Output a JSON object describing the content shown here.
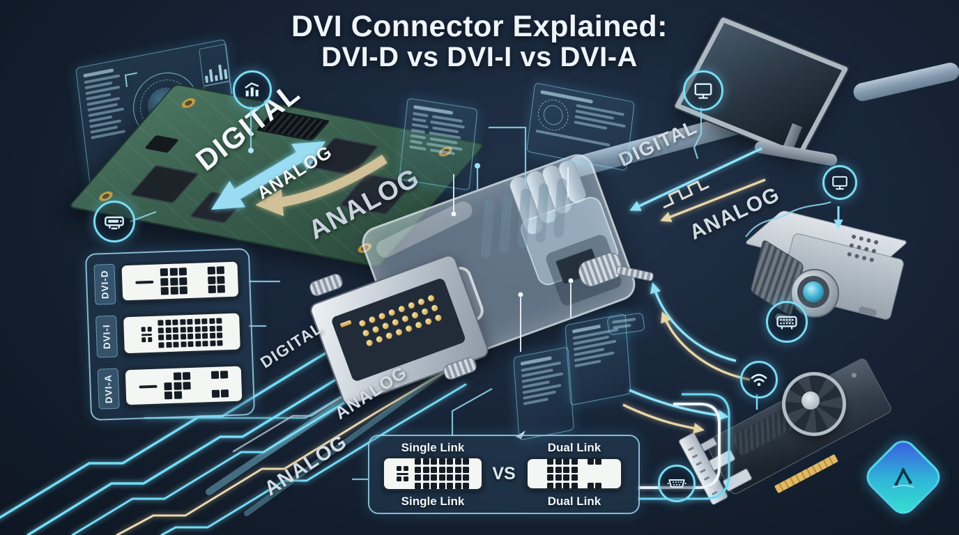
{
  "title": {
    "line1": "DVI Connector Explained:",
    "line2": "DVI-D vs DVI-I vs DVI-A"
  },
  "signal_labels": {
    "board_digital": "DIGITAL",
    "board_analog": "ANALOG",
    "mid_analog": "ANALOG",
    "cable_digital": "DIGITAL",
    "cable_analog": "ANALOG",
    "trace_digital": "DIGITAL",
    "trace_analog": "ANALOG",
    "trace_analog_big": "ANALOG"
  },
  "connector_types": {
    "items": [
      {
        "id": "dvi-d",
        "label": "DVI-D",
        "pins": {
          "left": "blade",
          "pin": 11,
          "rows": [
            "1110011",
            "1110011",
            "1110011"
          ]
        }
      },
      {
        "id": "dvi-i",
        "label": "DVI-I",
        "pins": {
          "left": "analog4",
          "pin": 8,
          "rows": [
            "111111111",
            "111111111",
            "111111111",
            "111111111"
          ]
        }
      },
      {
        "id": "dvi-a",
        "label": "DVI-A",
        "pins": {
          "left": "blade",
          "pin": 11,
          "rows": [
            "0110011",
            "1110000",
            "1100011"
          ]
        }
      }
    ]
  },
  "link_comparison": {
    "vs_label": "VS",
    "single": {
      "top_label": "Single Link",
      "bottom_label": "Single Link",
      "pins": {
        "left": "analog4",
        "pin": 9,
        "rows": [
          "1111111",
          "1111111",
          "1111111",
          "1111111"
        ]
      }
    },
    "dual": {
      "top_label": "Dual Link",
      "bottom_label": "Dual Link",
      "pins": {
        "left": null,
        "pin": 9,
        "rows": [
          "1111011",
          "1111000",
          "1111000",
          "1111011"
        ]
      }
    }
  },
  "colors": {
    "accent_cyan": "#74dcf5",
    "accent_tan": "#e2d0a4",
    "pcb_green": "#3c6454",
    "background": "#131d2b",
    "pinbox_white": "#f4f6f3"
  },
  "icons": [
    "bar-chart-icon",
    "dvi-port-icon",
    "monitor-icon",
    "monitor-icon-small",
    "dvi-port-grid-icon",
    "wifi-icon",
    "vga-port-icon",
    "brand-logo"
  ]
}
